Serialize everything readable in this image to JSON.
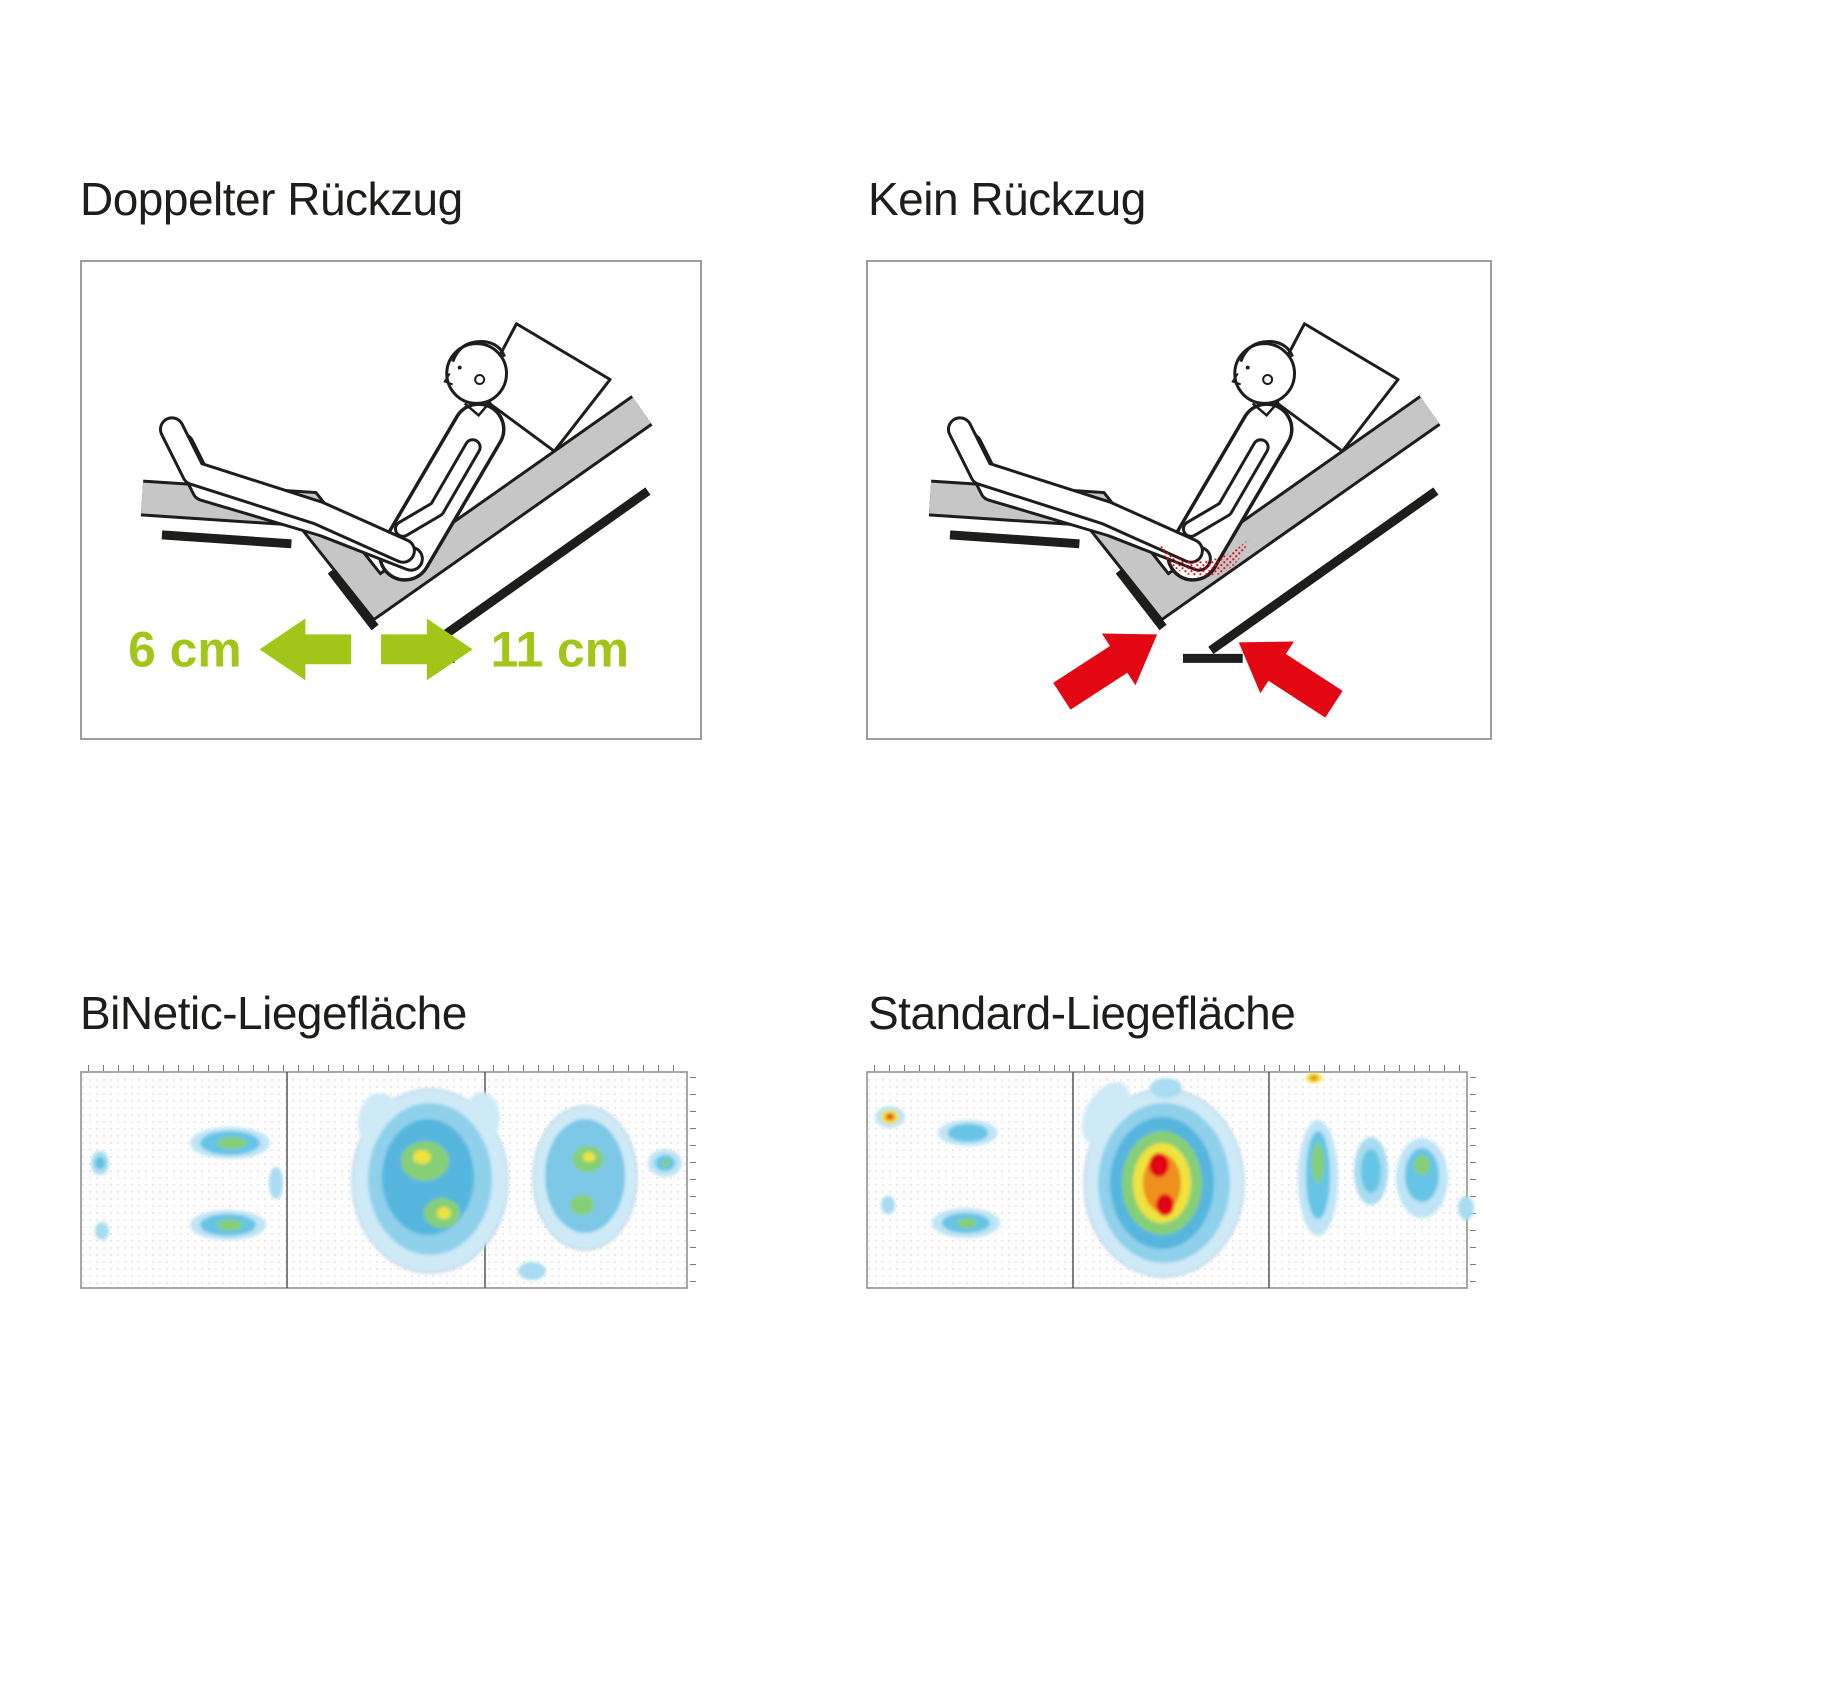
{
  "page": {
    "background_color": "#ffffff",
    "language": "de"
  },
  "panels": {
    "double_retraction": {
      "title": "Doppelter Rückzug",
      "measure_left": "6 cm",
      "measure_right": "11 cm",
      "arrow_color": "#a2c617"
    },
    "no_retraction": {
      "title": "Kein Rückzug",
      "arrow_color": "#e30613"
    },
    "binetic_surface": {
      "title": "BiNetic-Liegefläche"
    },
    "standard_surface": {
      "title": "Standard-Liegefläche"
    }
  },
  "colors": {
    "mattress_gray": "#c6c6c6",
    "outline_black": "#1d1d1b",
    "green_accent": "#a2c617",
    "red_accent": "#e30613",
    "pressure_scale_low_to_high": [
      "#cfeaf7",
      "#8fd0ea",
      "#56b6de",
      "#86cf77",
      "#efe23d",
      "#f0901e",
      "#e30613"
    ]
  }
}
